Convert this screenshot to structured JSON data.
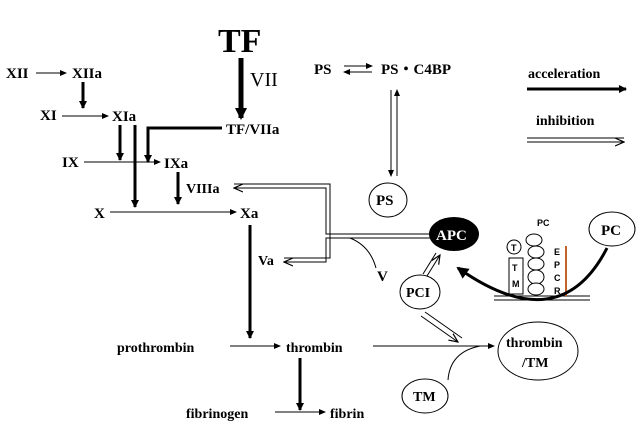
{
  "labels": {
    "xii": "XII",
    "xiia": "XIIa",
    "xi": "XI",
    "xia": "XIa",
    "ix": "IX",
    "ixa": "IXa",
    "viiia": "VIIIa",
    "x": "X",
    "xa": "Xa",
    "va": "Va",
    "v": "V",
    "tf": "TF",
    "vii": "VII",
    "tf_viia": "TF/VIIa",
    "ps": "PS",
    "ps_c4bp": "PS・C4BP",
    "ps_node": "PS",
    "apc": "APC",
    "pc": "PC",
    "pc_small": "PC",
    "pci": "PCI",
    "tm": "TM",
    "t_small": "T",
    "tm_box_t": "T",
    "tm_box_m": "M",
    "epcr_e": "E",
    "epcr_p": "P",
    "epcr_c": "C",
    "epcr_r": "R",
    "prothrombin": "prothrombin",
    "thrombin": "thrombin",
    "thrombin_tm_1": "thrombin",
    "thrombin_tm_2": "/TM",
    "fibrinogen": "fibrinogen",
    "fibrin": "fibrin"
  },
  "legend": {
    "acceleration": "acceleration",
    "inhibition": "inhibition"
  },
  "colors": {
    "apc_fill": "#000000",
    "epcr_bar": "#c0652a",
    "line": "#000000"
  }
}
